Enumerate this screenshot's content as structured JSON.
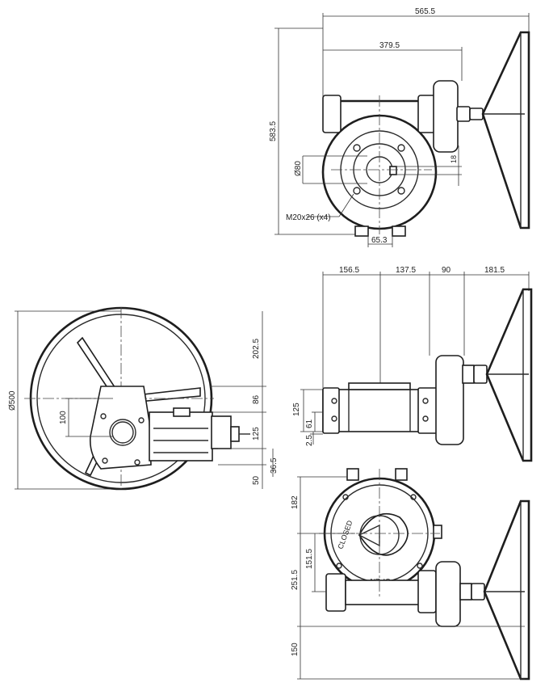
{
  "top_view": {
    "dim_overall_width": "565.5",
    "dim_body_width": "379.5",
    "dim_height": "583.5",
    "dim_bore": "Ø80",
    "dim_key": "18",
    "dim_thread": "M20x26 (x4)",
    "dim_offset": "65.3"
  },
  "front_view": {
    "dim_a": "156.5",
    "dim_b": "137.5",
    "dim_c": "90",
    "dim_d": "181.5",
    "dim_h1": "125",
    "dim_h2": "61",
    "dim_h3": "2.5"
  },
  "side_view": {
    "dim_handwheel": "Ø500",
    "dim_v1": "202.5",
    "dim_v2": "86",
    "dim_v3": "125",
    "dim_v4": "36.5",
    "dim_v5": "50",
    "dim_h100": "100"
  },
  "bottom_view": {
    "dim_182": "182",
    "dim_151": "151.5",
    "dim_251": "251.5",
    "dim_150": "150",
    "label_closed": "CLOSED",
    "label_open": "OPEN"
  }
}
